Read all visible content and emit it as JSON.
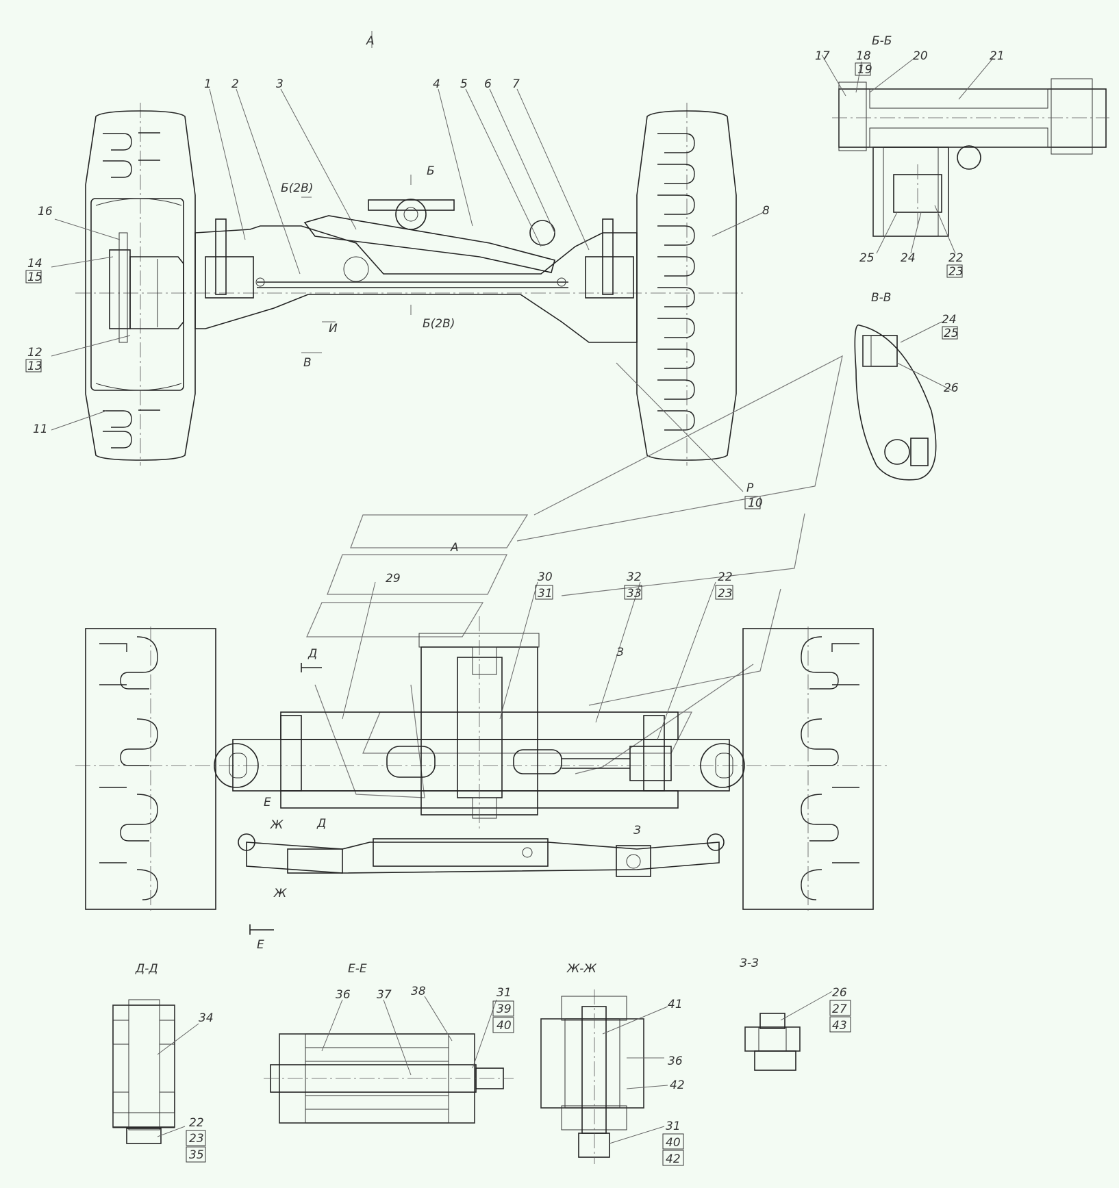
{
  "view_labels": {
    "view_a_top": "А",
    "section_bb": "Б-Б",
    "section_vv": "В-В",
    "view_a_mid": "А",
    "section_dd": "Д-Д",
    "section_ee": "Е-Е",
    "section_zhzh": "Ж-Ж",
    "section_zz": "З-З"
  },
  "section_marks": {
    "b_top": "Б",
    "b_ref_top": "Б(2В)",
    "b_ref_bottom": "Б(2В)",
    "v_bottom": "В",
    "i_mark": "И",
    "d_top": "Д",
    "d_bottom": "Д",
    "e_top": "Е",
    "e_bottom": "Е",
    "zh_top": "Ж",
    "zh_bottom": "Ж",
    "z_top": "З",
    "z_bottom": "З",
    "p_mark": "Р"
  },
  "callouts": {
    "c1": "1",
    "c2": "2",
    "c3": "3",
    "c4": "4",
    "c5": "5",
    "c6": "6",
    "c7": "7",
    "c8": "8",
    "c10": "10",
    "c11": "11",
    "c12": "12",
    "c13": "13",
    "c14": "14",
    "c15": "15",
    "c16": "16",
    "c17": "17",
    "c18": "18",
    "c19": "19",
    "c20": "20",
    "c21": "21",
    "c22": "22",
    "c23": "23",
    "c24": "24",
    "c25": "25",
    "vv24": "24",
    "vv25": "25",
    "vv26": "26",
    "c29": "29",
    "c30": "30",
    "c31": "31",
    "c32": "32",
    "c33": "33",
    "m22": "22",
    "m23": "23",
    "d34": "34",
    "d22": "22",
    "d23": "23",
    "d35": "35",
    "e36": "36",
    "e37": "37",
    "e38": "38",
    "e31": "31",
    "e39": "39",
    "e40": "40",
    "zh41": "41",
    "zh36": "36",
    "zh42": "42",
    "zh31": "31",
    "zh40": "40",
    "zh42b": "42",
    "z26": "26",
    "z27": "27",
    "z43": "43"
  },
  "icons": {
    "wheel": "tire-tread-icon",
    "section-arrow": "section-arrow-icon"
  }
}
